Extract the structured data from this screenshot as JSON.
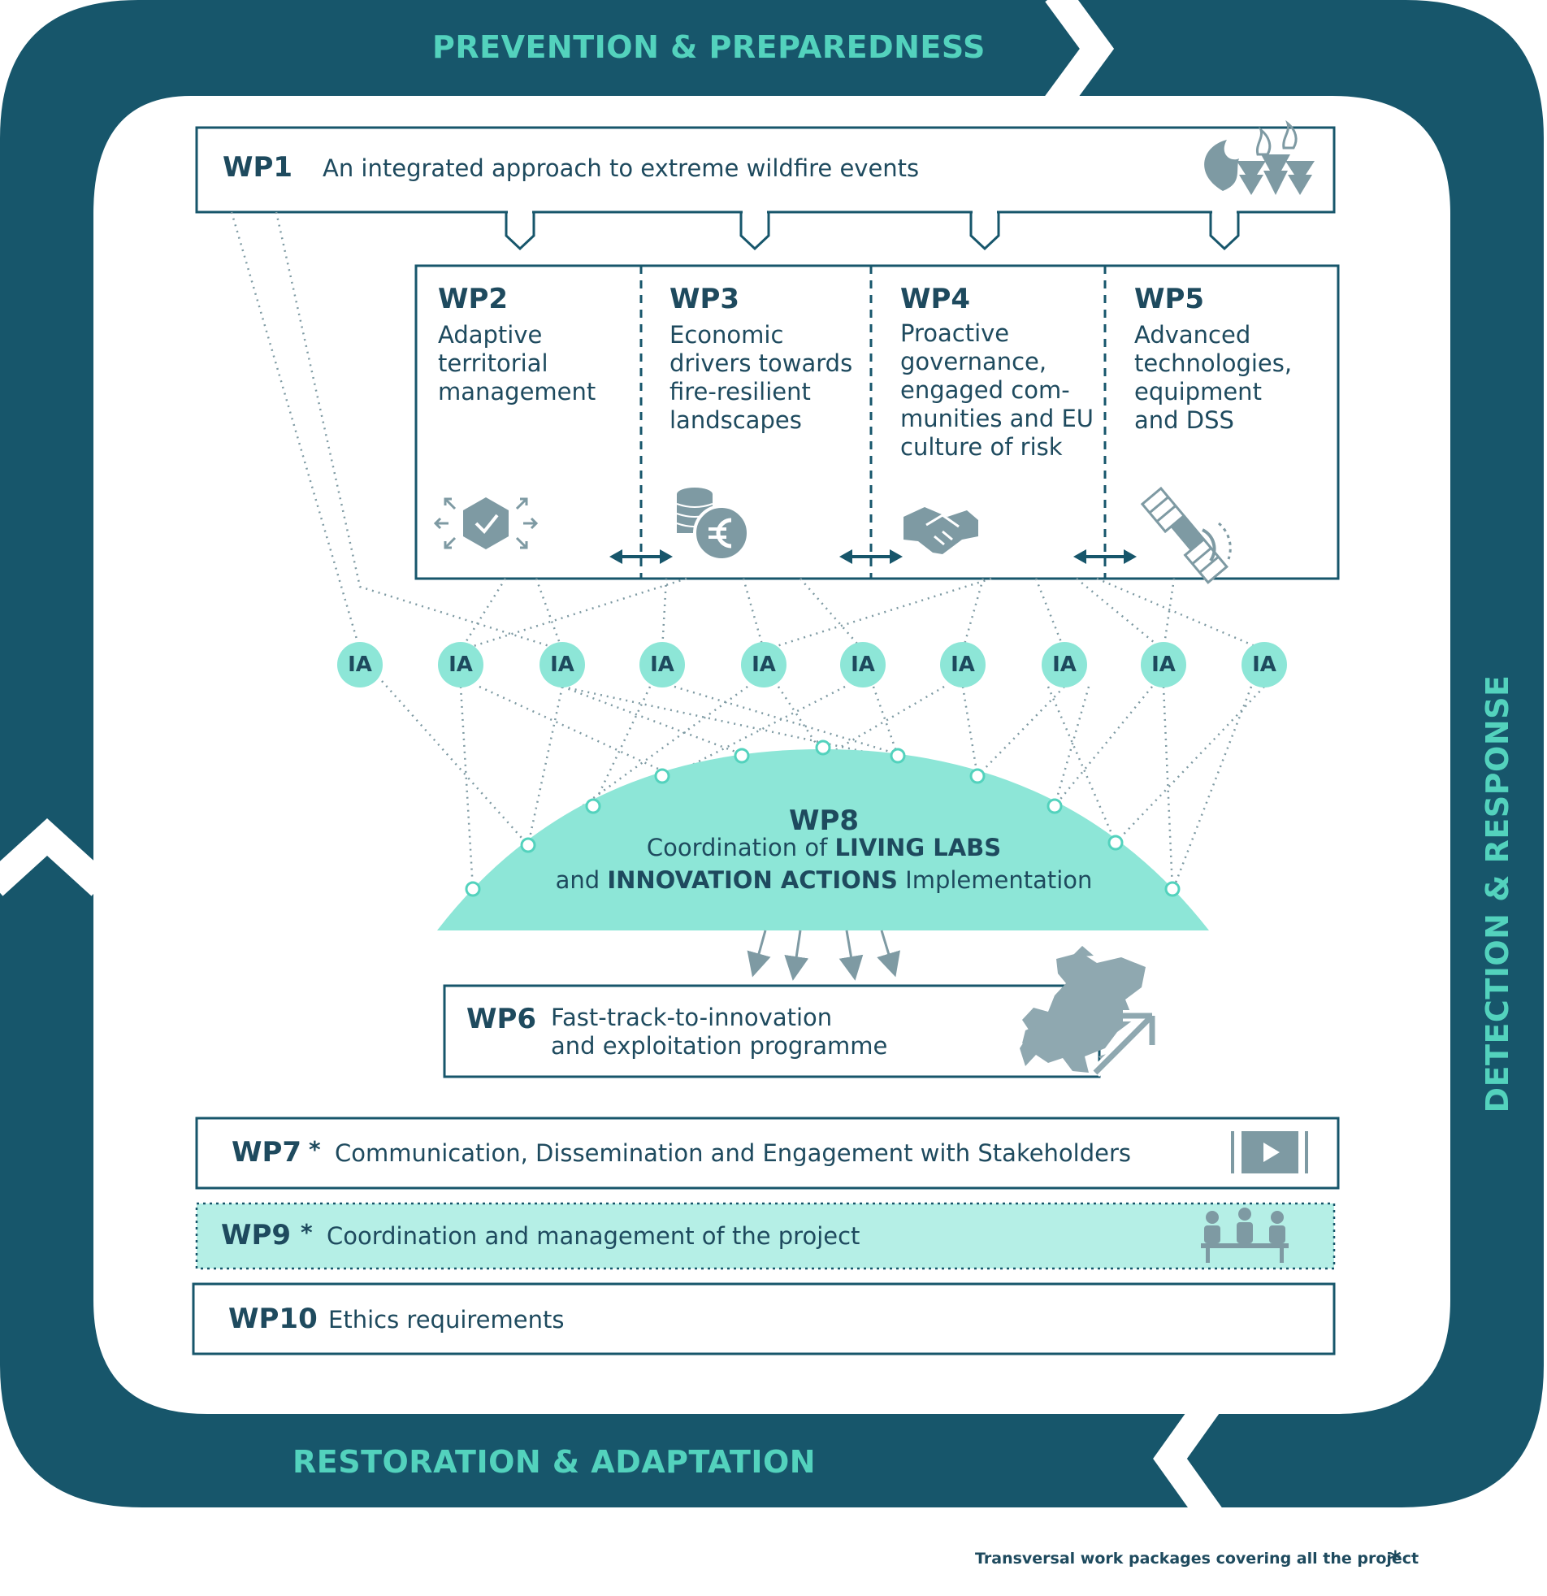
{
  "phases": {
    "top": "PREVENTION & PREPAREDNESS",
    "right": "DETECTION & RESPONSE",
    "bottom": "RESTORATION & ADAPTATION"
  },
  "wp1": {
    "code": "WP1",
    "title": "An integrated approach to extreme wildfire events",
    "icon": "forest-fire-icon"
  },
  "wp_columns": [
    {
      "code": "WP2",
      "title": "Adaptive\nterritorial\nmanagement",
      "icon": "adaptive-hexagon-icon"
    },
    {
      "code": "WP3",
      "title": "Economic\ndrivers towards\nfire-resilient\nlandscapes",
      "icon": "coins-euro-icon"
    },
    {
      "code": "WP4",
      "title": "Proactive\ngovernance,\nengaged com-\nmunities and EU\nculture of risk",
      "icon": "handshake-icon"
    },
    {
      "code": "WP5",
      "title": "Advanced\ntechnologies,\nequipment\nand DSS",
      "icon": "satellite-icon"
    }
  ],
  "ia_nodes": [
    "IA",
    "IA",
    "IA",
    "IA",
    "IA",
    "IA",
    "IA",
    "IA",
    "IA",
    "IA"
  ],
  "wp8": {
    "code": "WP8",
    "line1_pre": "Coordination of ",
    "line1_bold": "LIVING LABS",
    "line2_pre": "and ",
    "line2_bold": "INNOVATION ACTIONS",
    "line2_post": " Implementation"
  },
  "wp6": {
    "code": "WP6",
    "title": "Fast-track-to-innovation\nand exploitation programme",
    "icon": "europe-map-arrow-icon"
  },
  "wp7": {
    "code": "WP7",
    "marker": "*",
    "title": "Communication, Dissemination and Engagement with Stakeholders",
    "icon": "video-play-icon"
  },
  "wp9": {
    "code": "WP9",
    "marker": "*",
    "title": "Coordination and management of the project",
    "icon": "meeting-people-icon"
  },
  "wp10": {
    "code": "WP10",
    "title": "Ethics requirements"
  },
  "footnote": {
    "text": "Transversal work packages covering all the project",
    "marker": "*"
  },
  "colors": {
    "dark": "#17566b",
    "text": "#1e4a5e",
    "teal": "#53d2bd",
    "mint": "#8de6d7",
    "light_mint": "#b5efe6",
    "icon_grey": "#7e9aa3"
  }
}
